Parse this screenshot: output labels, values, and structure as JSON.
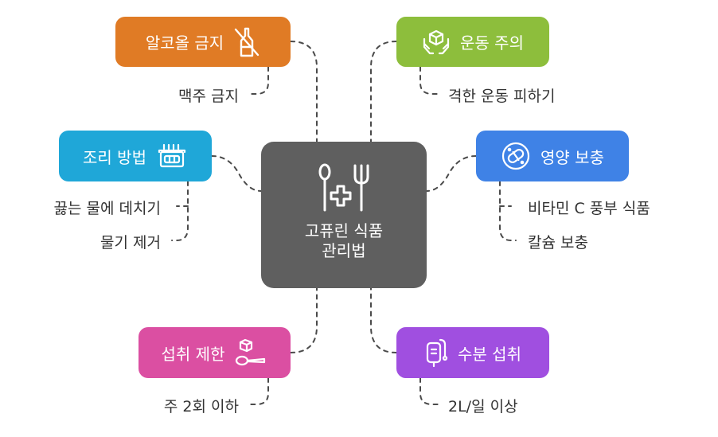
{
  "center": {
    "title_line1": "고퓨린 식품",
    "title_line2": "관리법",
    "icon": "fork-spoon-medical-cross-icon"
  },
  "topics": [
    {
      "id": "alcohol",
      "label": "알코올 금지",
      "color": "#e07b25",
      "icon": "no-bottle-icon",
      "notes": [
        "맥주 금지"
      ]
    },
    {
      "id": "cooking",
      "label": "조리 방법",
      "color": "#1fa7d8",
      "icon": "pot-icon",
      "notes": [
        "끓는 물에 데치기",
        "물기 제거"
      ]
    },
    {
      "id": "intake",
      "label": "섭취 제한",
      "color": "#db4fa2",
      "icon": "spoon-cube-icon",
      "notes": [
        "주 2회 이하"
      ]
    },
    {
      "id": "exercise",
      "label": "운동 주의",
      "color": "#8dbe3c",
      "icon": "hands-box-icon",
      "notes": [
        "격한 운동 피하기"
      ]
    },
    {
      "id": "nutrition",
      "label": "영양 보충",
      "color": "#3f82e6",
      "icon": "vitamin-pill-icon",
      "notes": [
        "비타민 C 풍부 식품",
        "칼슘 보충"
      ]
    },
    {
      "id": "water",
      "label": "수분 섭취",
      "color": "#a04fe0",
      "icon": "iv-bag-icon",
      "notes": [
        "2L/일 이상"
      ]
    }
  ]
}
